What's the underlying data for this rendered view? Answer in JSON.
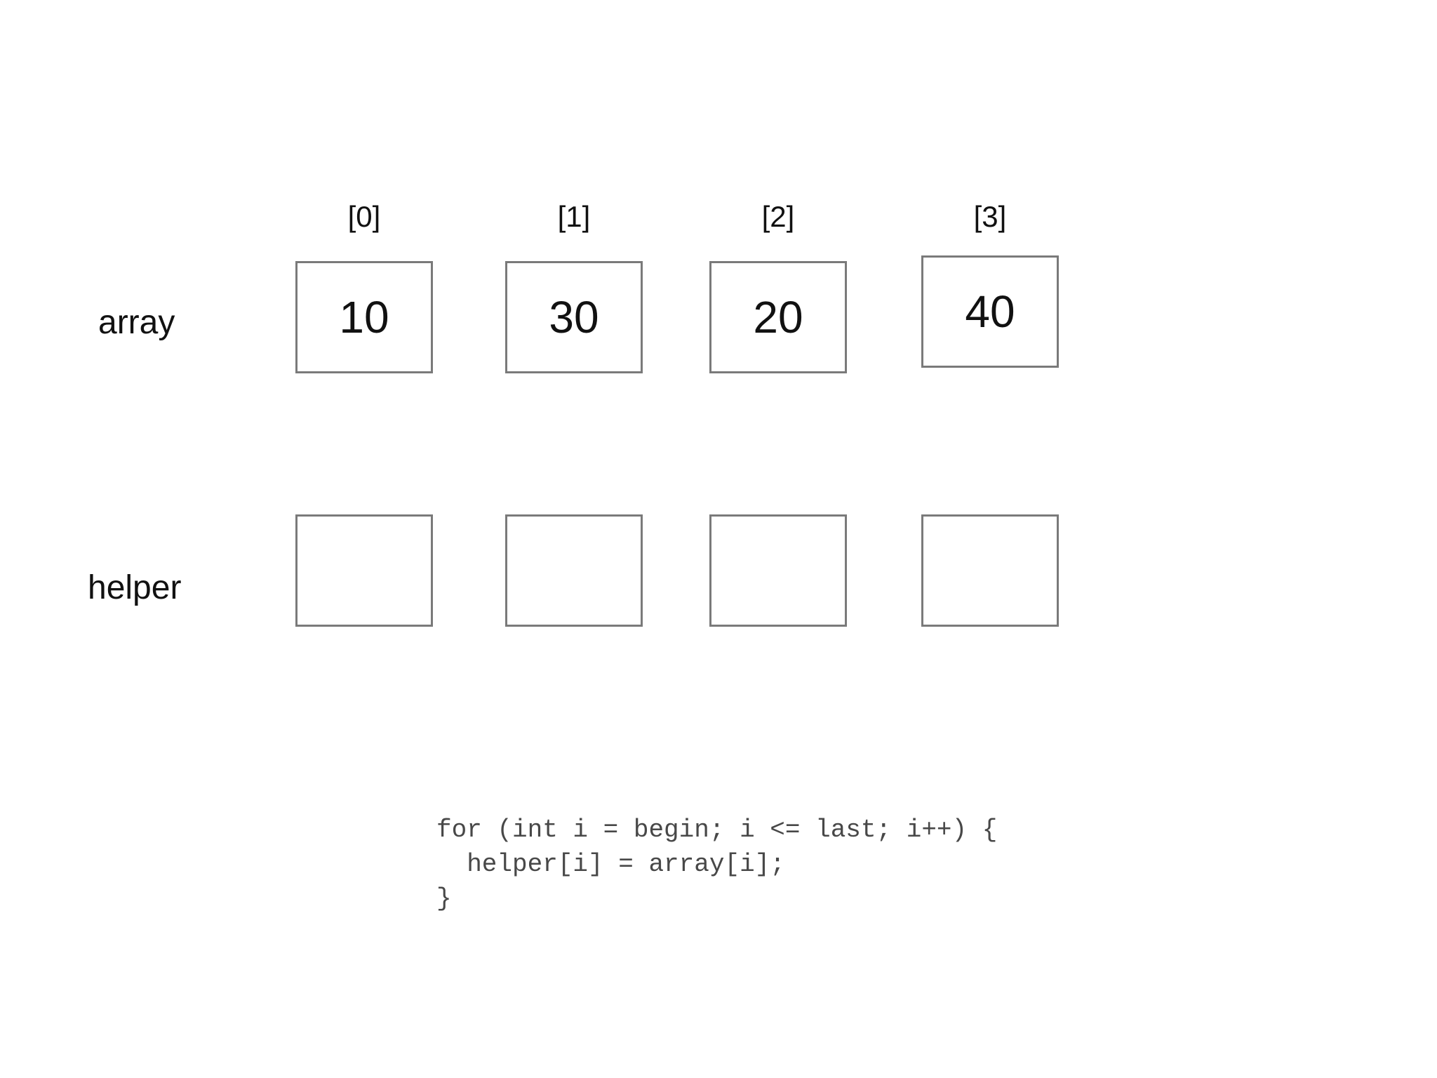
{
  "diagram": {
    "index_labels": [
      "[0]",
      "[1]",
      "[2]",
      "[3]"
    ],
    "array_row": {
      "label": "array",
      "values": [
        "10",
        "30",
        "20",
        "40"
      ]
    },
    "helper_row": {
      "label": "helper",
      "values": [
        "",
        "",
        "",
        ""
      ]
    },
    "code": {
      "line1": "for (int i = begin; i <= last; i++) {",
      "line2": "  helper[i] = array[i];",
      "line3": "}"
    }
  }
}
